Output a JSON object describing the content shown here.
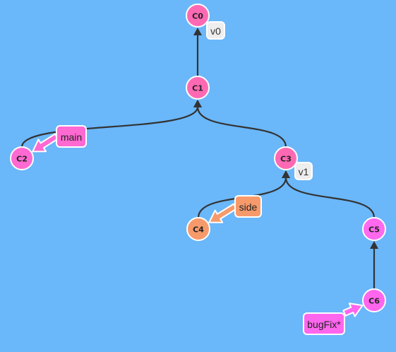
{
  "colors": {
    "background": "#6ab7fa",
    "commit_default": "#ff69b4",
    "edge": "#333333",
    "tag_fill": "#eeeeee",
    "branch_main": "#ff69d2",
    "branch_side": "#f79a6b",
    "branch_bugfix": "#ff66ee"
  },
  "commits": [
    {
      "id": "C0",
      "label": "C0",
      "color": "#ff69b4"
    },
    {
      "id": "C1",
      "label": "C1",
      "color": "#ff69b4"
    },
    {
      "id": "C2",
      "label": "C2",
      "color": "#ff69d2"
    },
    {
      "id": "C3",
      "label": "C3",
      "color": "#ff69b4"
    },
    {
      "id": "C4",
      "label": "C4",
      "color": "#f79a6b"
    },
    {
      "id": "C5",
      "label": "C5",
      "color": "#ff69ee"
    },
    {
      "id": "C6",
      "label": "C6",
      "color": "#ff66ee"
    }
  ],
  "edges": [
    {
      "from": "C1",
      "to": "C0"
    },
    {
      "from": "C2",
      "to": "C1"
    },
    {
      "from": "C3",
      "to": "C1"
    },
    {
      "from": "C4",
      "to": "C3"
    },
    {
      "from": "C5",
      "to": "C3"
    },
    {
      "from": "C6",
      "to": "C5"
    }
  ],
  "tags": [
    {
      "name": "v0",
      "target": "C0"
    },
    {
      "name": "v1",
      "target": "C3"
    }
  ],
  "branches": [
    {
      "name": "main",
      "target": "C2",
      "color": "#ff69d2"
    },
    {
      "name": "side",
      "target": "C4",
      "color": "#f79a6b"
    },
    {
      "name": "bugFix*",
      "target": "C6",
      "color": "#ff66ee"
    }
  ]
}
